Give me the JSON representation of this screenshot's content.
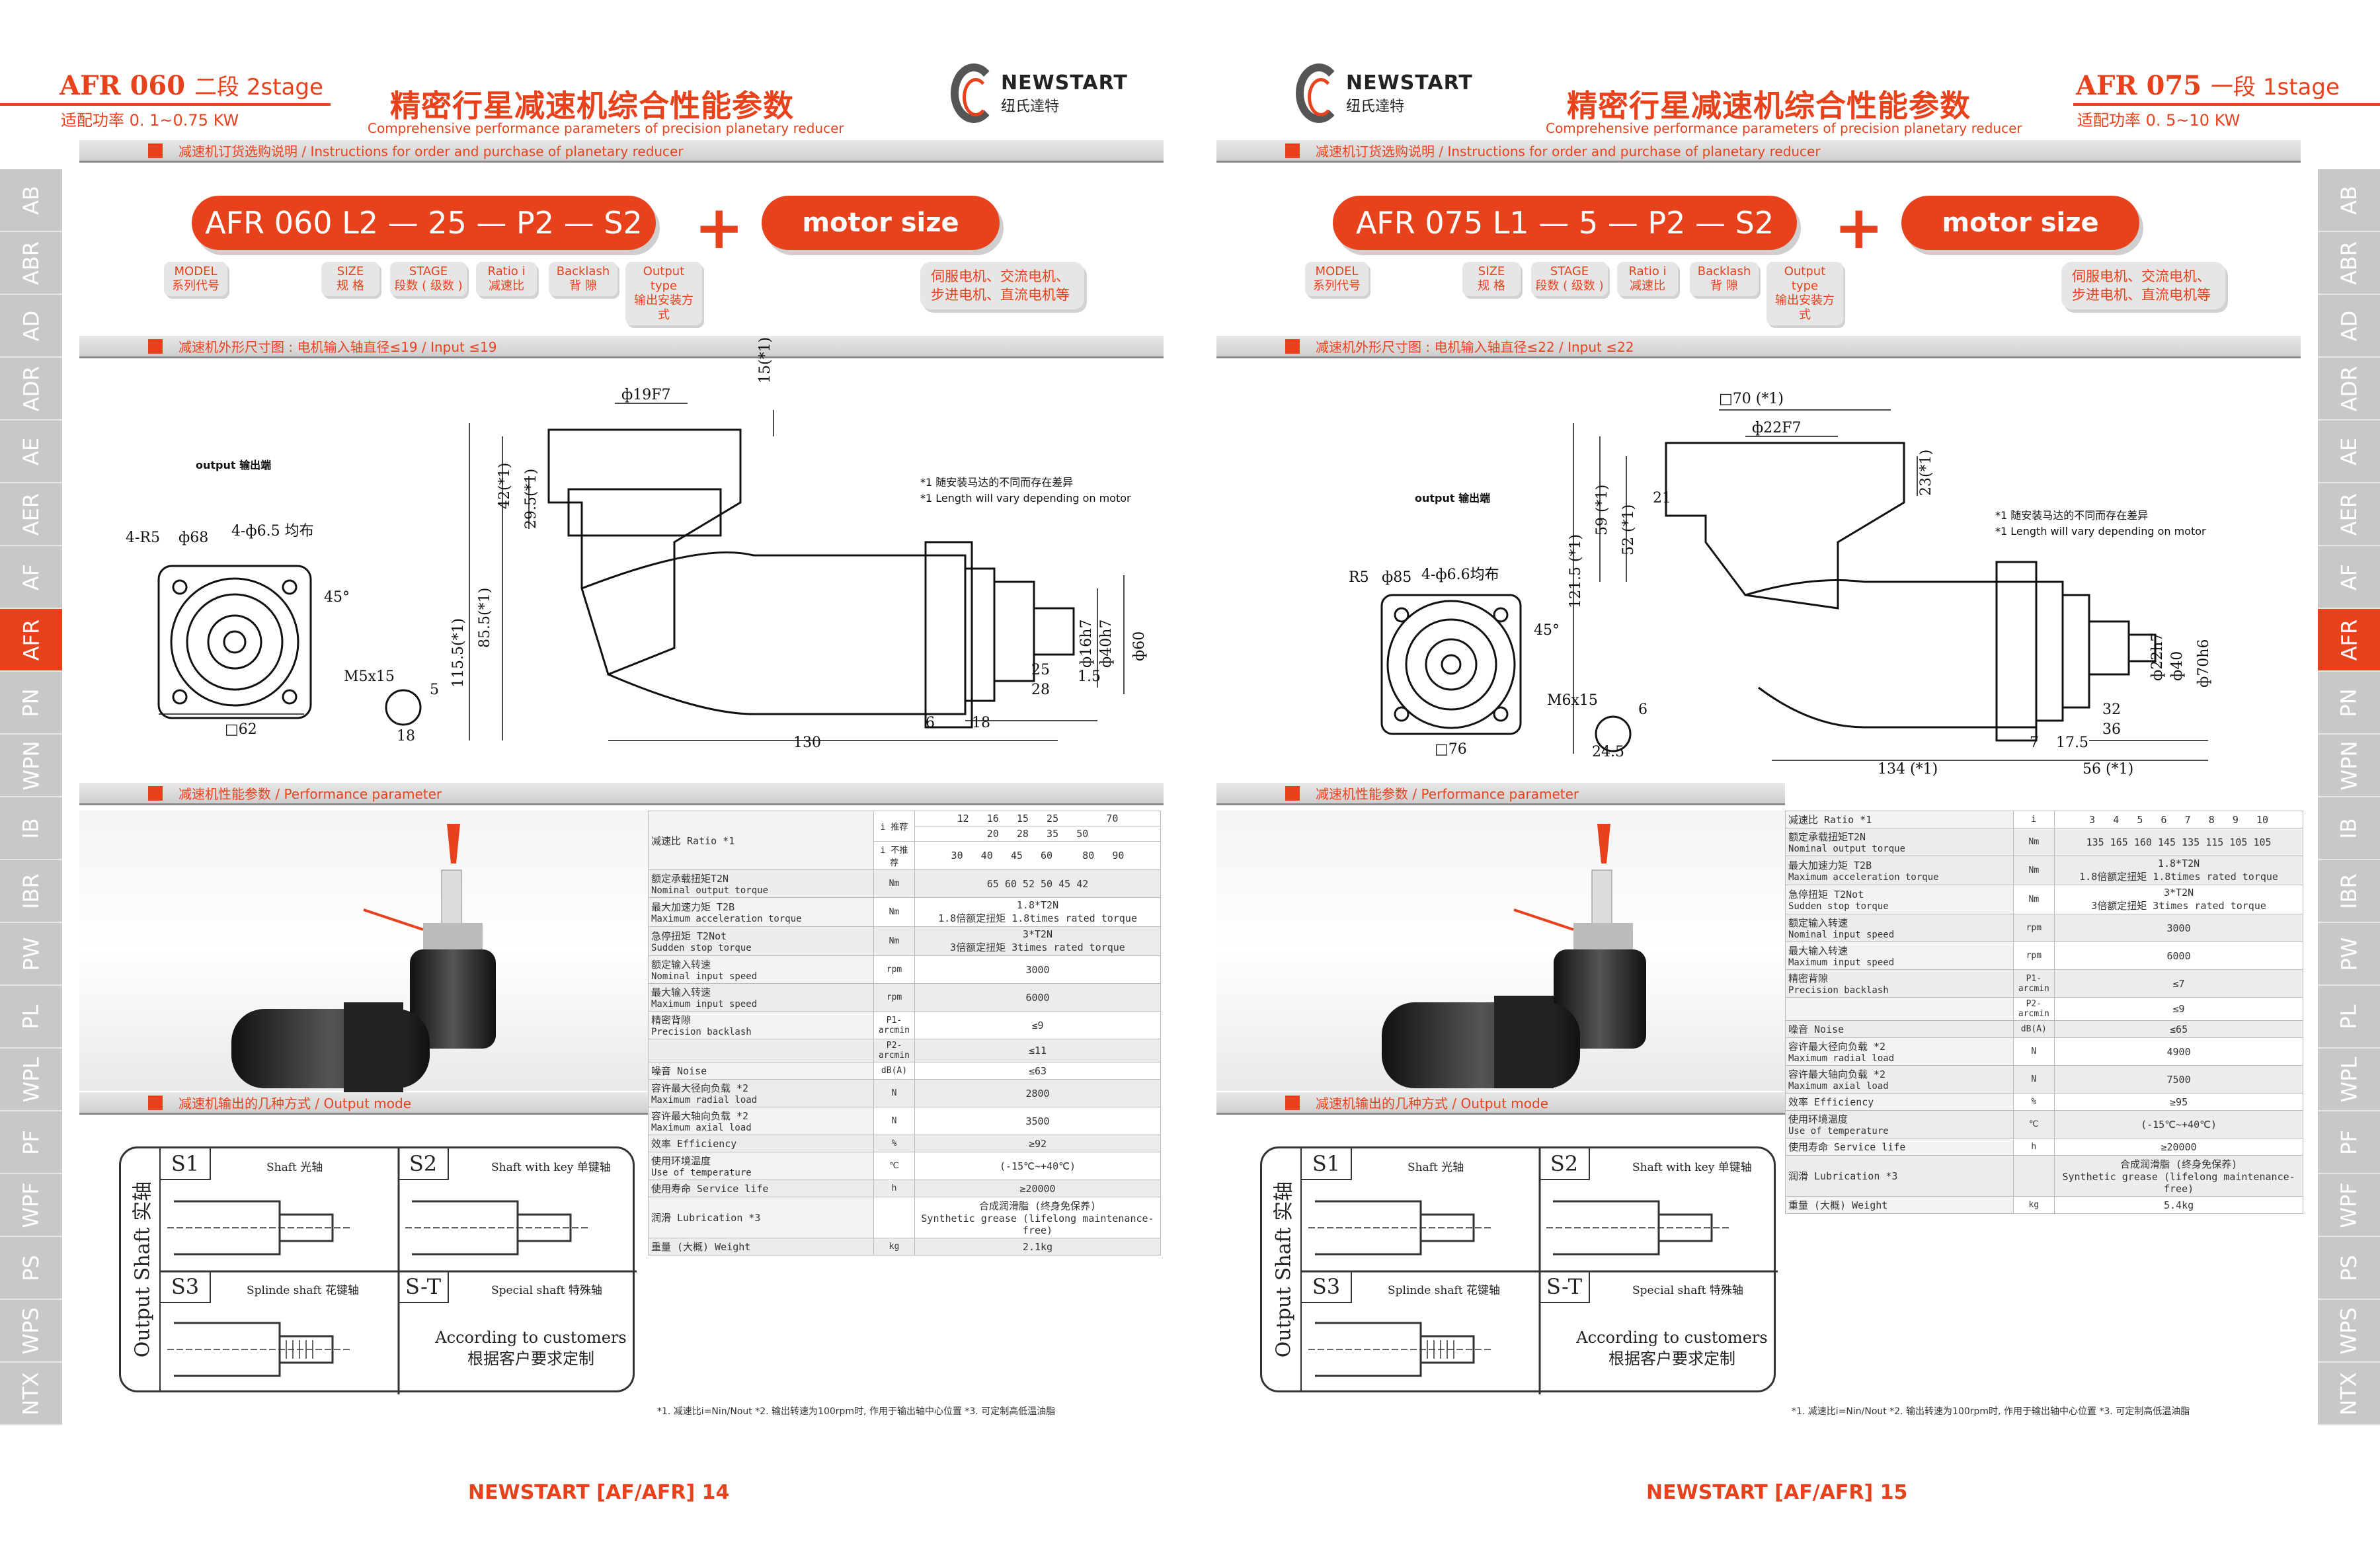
{
  "left": {
    "model_code": "AFR 060",
    "stage_label": "二段 2stage",
    "power": "适配功率 0. 1~0.75 KW",
    "title_cn": "精密行星减速机综合性能参数",
    "title_en": "Comprehensive performance parameters of precision planetary reducer",
    "logo_en": "NEWSTART",
    "logo_cn": "纽氏達特",
    "sec_order": "减速机订货选购说明 / Instructions for order and purchase of planetary reducer",
    "order_code": "AFR 060 L2 — 25 — P2 — S2",
    "plus": "+",
    "motor_size": "motor size",
    "tag_model": "MODEL\n系列代号",
    "tag_size": "SIZE\n规 格",
    "tag_stage": "STAGE\n段数 ( 级数 )",
    "tag_ratio": "Ratio i\n减速比",
    "tag_backlash": "Backlash\n背 隙",
    "tag_output": "Output type\n输出安装方式",
    "tag_motor": "伺服电机、交流电机、\n步进电机、直流电机等",
    "sec_dim": "减速机外形尺寸图 : 电机输入轴直径≤19 / Input ≤19",
    "output_label": "output 输出端",
    "note1": "*1 随安装马达的不同而存在差异",
    "note2": "*1 Length will vary depending on motor",
    "dims": {
      "d1": "ф19F7",
      "d2": "15(*1)",
      "d3": "42(*1)",
      "d4": "29.5(*1)",
      "d5": "85.5(*1)",
      "d6": "115.5(*1)",
      "d7": "4-R5",
      "d8": "ф68",
      "d9": "4-ф6.5 均布",
      "d10": "45°",
      "d11": "M5x15",
      "d12": "5",
      "d13": "18",
      "d14": "□62",
      "d15": "130",
      "d16": "6",
      "d17": "18",
      "d18": "25",
      "d19": "28",
      "d20": "1.5",
      "d21": "ф16h7",
      "d22": "ф40h7",
      "d23": "ф60"
    },
    "sec_perf": "减速机性能参数 / Performance parameter",
    "sec_output": "减速机输出的几种方式 / Output mode",
    "table": {
      "ratio_label_cn": "减速比 Ratio *1",
      "ratio_rec": "i 推荐",
      "ratio_norec": "i 不推荐",
      "ratio_rec_vals_1": [
        "12",
        "16",
        "15",
        "25",
        "",
        "",
        "70",
        ""
      ],
      "ratio_rec_vals_2": [
        "20",
        "28",
        "35",
        "50",
        "",
        "",
        "",
        ""
      ],
      "ratio_norec_vals": [
        "",
        "30",
        "40",
        "45",
        "60",
        "",
        "80",
        "90"
      ],
      "rows": [
        {
          "cn": "额定承载扭矩T2N",
          "en": "Nominal output torque",
          "unit": "Nm",
          "val": "65    60    52 50 45 42"
        },
        {
          "cn": "最大加速力矩 T2B",
          "en": "Maximum acceleration torque",
          "unit": "Nm",
          "val": "1.8*T2N\n1.8倍额定扭矩 1.8times rated torque"
        },
        {
          "cn": "急停扭矩 T2Not",
          "en": "Sudden stop torque",
          "unit": "Nm",
          "val": "3*T2N\n3倍额定扭矩 3times rated torque"
        },
        {
          "cn": "额定输入转速",
          "en": "Nominal input speed",
          "unit": "rpm",
          "val": "3000"
        },
        {
          "cn": "最大输入转速",
          "en": "Maximum input speed",
          "unit": "rpm",
          "val": "6000"
        },
        {
          "cn": "精密背隙",
          "en": "Precision backlash",
          "unit": "P1-arcmin",
          "val": "≤9"
        },
        {
          "cn": "",
          "en": "",
          "unit": "P2-arcmin",
          "val": "≤11"
        },
        {
          "cn": "噪音 Noise",
          "en": "",
          "unit": "dB(A)",
          "val": "≤63"
        },
        {
          "cn": "容许最大径向负载 *2",
          "en": "Maximum radial load",
          "unit": "N",
          "val": "2800"
        },
        {
          "cn": "容许最大轴向负载 *2",
          "en": "Maximum axial load",
          "unit": "N",
          "val": "3500"
        },
        {
          "cn": "效率 Efficiency",
          "en": "",
          "unit": "%",
          "val": "≥92"
        },
        {
          "cn": "使用环境温度",
          "en": "Use of temperature",
          "unit": "℃",
          "val": "(-15℃~+40℃)"
        },
        {
          "cn": "使用寿命 Service life",
          "en": "",
          "unit": "h",
          "val": "≥20000"
        },
        {
          "cn": "润滑 Lubrication *3",
          "en": "",
          "unit": "",
          "val": "合成润滑脂 (终身免保养)\nSynthetic grease (lifelong maintenance-free)"
        },
        {
          "cn": "重量 (大概) Weight",
          "en": "",
          "unit": "kg",
          "val": "2.1kg"
        }
      ]
    },
    "footnote": "*1. 减速比i=Nin/Nout  *2. 输出转速为100rpm时, 作用于输出轴中心位置  *3. 可定制高低温油脂",
    "footer": "NEWSTART [AF/AFR] 14"
  },
  "right": {
    "model_code": "AFR 075",
    "stage_label": "一段 1stage",
    "power": "适配功率 0. 5~10 KW",
    "title_cn": "精密行星减速机综合性能参数",
    "title_en": "Comprehensive performance parameters of precision planetary reducer",
    "logo_en": "NEWSTART",
    "logo_cn": "纽氏達特",
    "sec_order": "减速机订货选购说明 / Instructions for order and purchase of planetary reducer",
    "order_code": "AFR 075 L1 — 5 — P2 — S2",
    "plus": "+",
    "motor_size": "motor size",
    "tag_model": "MODEL\n系列代号",
    "tag_size": "SIZE\n规 格",
    "tag_stage": "STAGE\n段数 ( 级数 )",
    "tag_ratio": "Ratio i\n减速比",
    "tag_backlash": "Backlash\n背 隙",
    "tag_output": "Output type\n输出安装方式",
    "tag_motor": "伺服电机、交流电机、\n步进电机、直流电机等",
    "sec_dim": "减速机外形尺寸图 : 电机输入轴直径≤22 / Input ≤22",
    "output_label": "output 输出端",
    "note1": "*1 随安装马达的不同而存在差异",
    "note2": "*1 Length will vary depending on motor",
    "dims": {
      "d1": "□70 (*1)",
      "d2": "ф22F7",
      "d3": "21",
      "d4": "52 (*1)",
      "d5": "59 (*1)",
      "d6": "121.5 (*1)",
      "d7": "R5",
      "d8": "ф85",
      "d9": "4-ф6.6均布",
      "d10": "45°",
      "d11": "M6x15",
      "d12": "6",
      "d13": "24.5",
      "d14": "□76",
      "d15": "134 (*1)",
      "d16": "56 (*1)",
      "d17": "7",
      "d18": "17.5",
      "d19": "32",
      "d20": "36",
      "d21": "ф22h7",
      "d22": "ф40",
      "d23": "ф70h6",
      "d24": "23(*1)"
    },
    "sec_perf": "减速机性能参数 / Performance parameter",
    "sec_output": "减速机输出的几种方式 / Output mode",
    "table": {
      "ratio_label": "减速比 Ratio *1",
      "ratio_unit": "i",
      "ratio_vals": [
        "3",
        "4",
        "5",
        "6",
        "7",
        "8",
        "9",
        "10"
      ],
      "torque_vals": [
        "135",
        "165",
        "160",
        "145",
        "135",
        "115",
        "105",
        "105"
      ],
      "rows": [
        {
          "cn": "最大加速力矩 T2B",
          "en": "Maximum acceleration torque",
          "unit": "Nm",
          "val": "1.8*T2N\n1.8倍额定扭矩 1.8times rated torque"
        },
        {
          "cn": "急停扭矩 T2Not",
          "en": "Sudden stop torque",
          "unit": "Nm",
          "val": "3*T2N\n3倍额定扭矩 3times rated torque"
        },
        {
          "cn": "额定输入转速",
          "en": "Nominal input speed",
          "unit": "rpm",
          "val": "3000"
        },
        {
          "cn": "最大输入转速",
          "en": "Maximum input speed",
          "unit": "rpm",
          "val": "6000"
        },
        {
          "cn": "精密背隙",
          "en": "Precision backlash",
          "unit": "P1-arcmin",
          "val": "≤7"
        },
        {
          "cn": "",
          "en": "",
          "unit": "P2-arcmin",
          "val": "≤9"
        },
        {
          "cn": "噪音 Noise",
          "en": "",
          "unit": "dB(A)",
          "val": "≤65"
        },
        {
          "cn": "容许最大径向负载 *2",
          "en": "Maximum radial load",
          "unit": "N",
          "val": "4900"
        },
        {
          "cn": "容许最大轴向负载 *2",
          "en": "Maximum axial load",
          "unit": "N",
          "val": "7500"
        },
        {
          "cn": "效率 Efficiency",
          "en": "",
          "unit": "%",
          "val": "≥95"
        },
        {
          "cn": "使用环境温度",
          "en": "Use of temperature",
          "unit": "℃",
          "val": "(-15℃~+40℃)"
        },
        {
          "cn": "使用寿命 Service life",
          "en": "",
          "unit": "h",
          "val": "≥20000"
        },
        {
          "cn": "润滑 Lubrication *3",
          "en": "",
          "unit": "",
          "val": "合成润滑脂 (终身免保养)\nSynthetic grease (lifelong maintenance-free)"
        },
        {
          "cn": "重量 (大概) Weight",
          "en": "",
          "unit": "kg",
          "val": "5.4kg"
        }
      ],
      "torque_label_cn": "额定承载扭矩T2N",
      "torque_label_en": "Nominal output torque",
      "torque_unit": "Nm"
    },
    "footnote": "*1. 减速比i=Nin/Nout  *2. 输出转速为100rpm时, 作用于输出轴中心位置  *3. 可定制高低温油脂",
    "footer": "NEWSTART [AF/AFR] 15"
  },
  "output_modes": {
    "side_label": "Output Shaft 实轴",
    "s1": "S1",
    "s1_name": "Shaft 光轴",
    "s2": "S2",
    "s2_name": "Shaft with key 单键轴",
    "s3": "S3",
    "s3_name": "Splinde shaft 花键轴",
    "st": "S-T",
    "st_name": "Special shaft 特殊轴",
    "custom": "According to customers\n根据客户要求定制"
  },
  "side_tabs_left": [
    "AB",
    "ABR",
    "AD",
    "ADR",
    "AE",
    "AER",
    "AF",
    "AFR",
    "PN",
    "WPN",
    "IB",
    "IBR",
    "PW",
    "PL",
    "WPL",
    "PF",
    "WPF",
    "PS",
    "WPS",
    "NTX"
  ],
  "side_tabs_right": [
    "AB",
    "ABR",
    "AD",
    "ADR",
    "AE",
    "AER",
    "AF",
    "AFR",
    "PN",
    "WPN",
    "IB",
    "IBR",
    "PW",
    "PL",
    "WPL",
    "PF",
    "WPF",
    "PS",
    "WPS",
    "NTX"
  ],
  "active_tab": "AFR",
  "colors": {
    "accent": "#e8421d",
    "bar": "#d6d6d6",
    "side": "#c8c8c8"
  }
}
